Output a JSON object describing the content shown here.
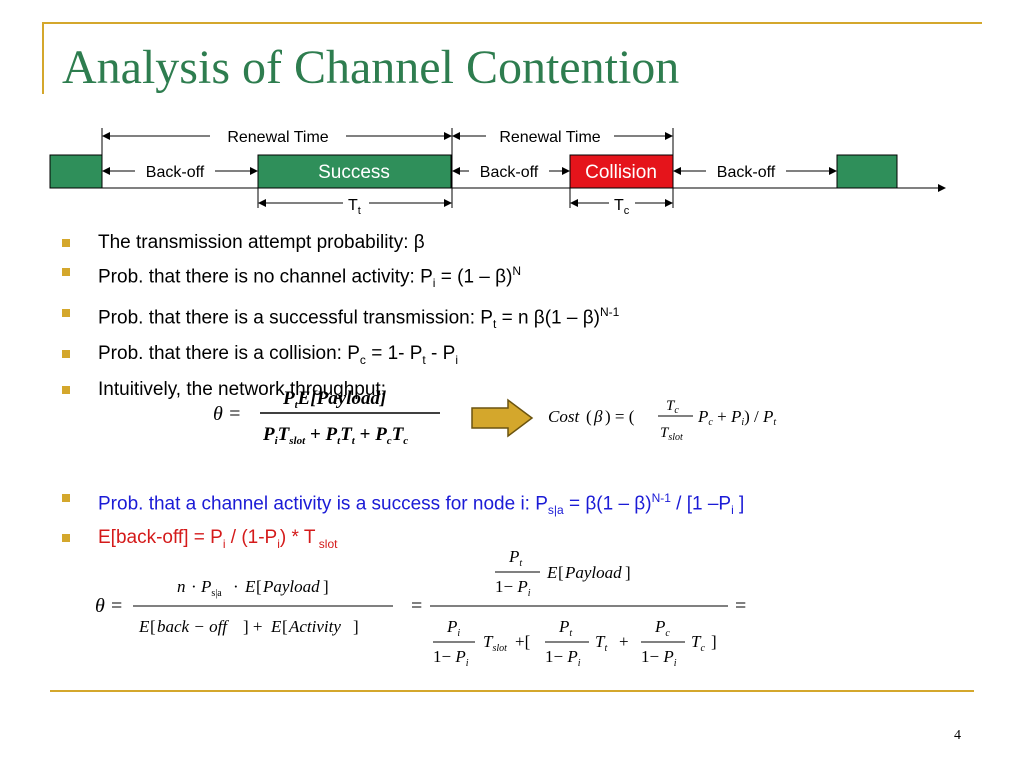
{
  "title": "Analysis of Channel Contention",
  "slide_number": "4",
  "timeline": {
    "renewal_time_1": "Renewal Time",
    "renewal_time_2": "Renewal Time",
    "backoff_1": "Back-off",
    "backoff_2": "Back-off",
    "backoff_3": "Back-off",
    "success": "Success",
    "collision": "Collision",
    "tt_main": "T",
    "tt_sub": "t",
    "tc_main": "T",
    "tc_sub": "c",
    "colors": {
      "green": "#2f8f5a",
      "red": "#e5141b",
      "arrow": "#d4a72c"
    }
  },
  "bullets": {
    "b1": "The transmission attempt probability: β",
    "b2_pre": "Prob. that there is no channel activity: P",
    "b2_sub": "i",
    "b2_mid": " = (1 – β)",
    "b2_sup": "N",
    "b3_pre": "Prob. that there is a successful transmission: P",
    "b3_sub": "t",
    "b3_mid": " = n β(1 – β)",
    "b3_sup": "N-1",
    "b4_pre": "Prob. that there is a collision:  P",
    "b4_sub1": "c",
    "b4_mid1": " = 1- P",
    "b4_sub2": "t",
    "b4_mid2": " - P",
    "b4_sub3": "i",
    "b5": "Intuitively,  the network throughput:"
  },
  "bullets2": {
    "c1_pre": "Prob. that a channel activity is a success for node i: P",
    "c1_sub": "s|a",
    "c1_mid": " = β(1 – β)",
    "c1_sup": "N-1",
    "c1_mid2": " / [1 –P",
    "c1_sub2": "i",
    "c1_end": " ]",
    "c2_pre": "E[back-off]",
    "c2_eq": " = P",
    "c2_sub1": "i",
    "c2_mid": " / (1-P",
    "c2_sub2": "i",
    "c2_mid2": ") * T",
    "c2_sub3": " slot"
  }
}
